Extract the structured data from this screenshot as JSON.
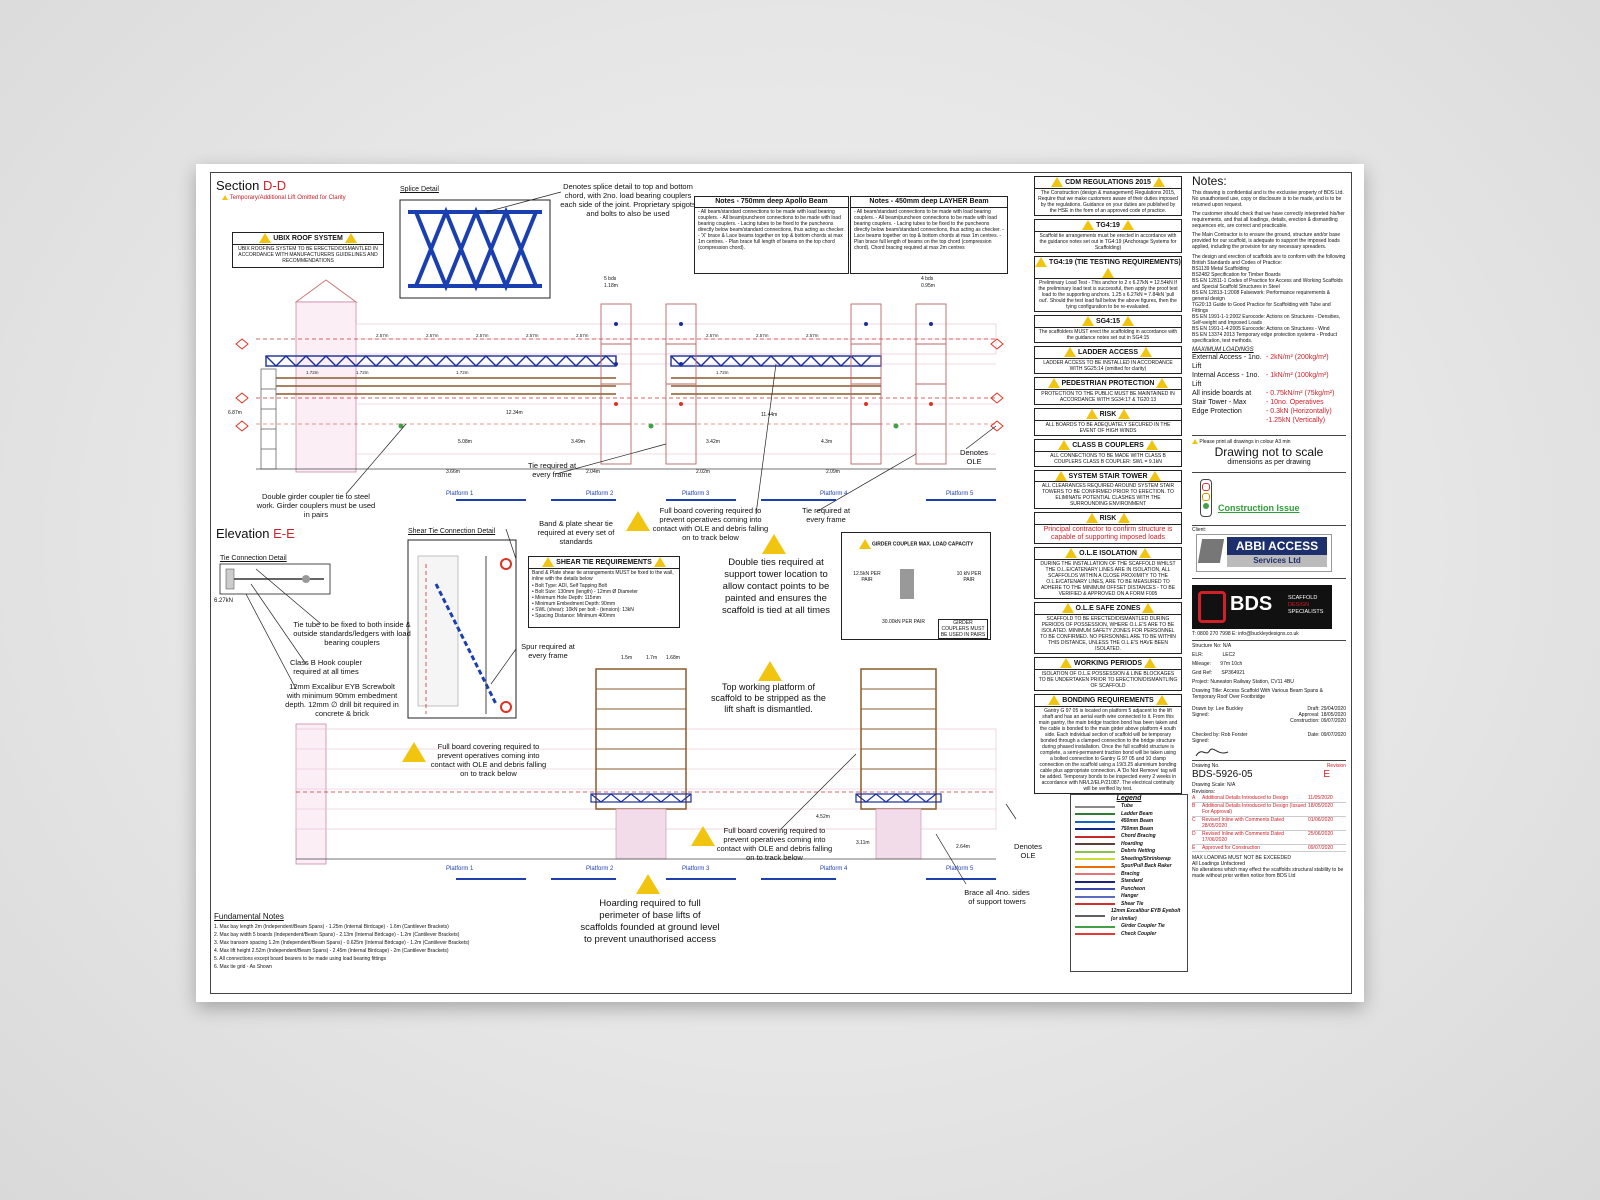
{
  "sections": {
    "section_dd_prefix": "Section ",
    "section_dd_letter": "D-D",
    "section_dd_sub": "Temporary/Additional Lift Omitted for Clarity",
    "elevation_prefix": "Elevation ",
    "elevation_letter": "E-E",
    "splice_detail": "Splice Detail",
    "tie_connection_detail": "Tie Connection Detail",
    "shear_tie_detail": "Shear Tie Connection Detail"
  },
  "ubix": {
    "title": "UBIX ROOF SYSTEM",
    "text": "UBIX ROOFING SYSTEM TO BE ERECTED/DISMANTLED IN ACCORDANCE WITH MANUFACTURERS GUIDELINES AND RECOMMENDATIONS"
  },
  "callouts": {
    "splice": "Denotes splice detail to top and bottom chord, with 2no. load bearing couplers each side of the joint. Proprietary spigots and bolts to also be used",
    "double_girder": "Double girder coupler tie to steel work. Girder couplers must be used in pairs",
    "tie_every_frame_1": "Tie required at every frame",
    "tie_every_frame_2": "Tie required at every frame",
    "full_board_1": "Full board covering required to prevent operatives coming into contact with OLE and debris falling on to track below",
    "band_plate": "Band & plate shear tie required at every set of standards",
    "double_ties": "Double ties required at support tower location to allow contact points to be painted and ensures the scaffold is tied at all times",
    "denotes_ole_1": "Denotes OLE",
    "tie_tube": "Tie tube to be fixed to both inside & outside standards/ledgers with load bearing couplers",
    "class_b": "Class B Hook coupler required at all times",
    "screwbolt": "12mm Excalibur EYB Screwbolt with minimum 90mm embedment depth. 12mm ∅ drill bit required in concrete & brick",
    "spur": "Spur required at every frame",
    "top_platform": "Top working platform of scaffold to be stripped as the lift shaft is dismantled.",
    "full_board_2": "Full board covering required to prevent operatives coming into contact with OLE and debris falling on to track below",
    "full_board_3": "Full board covering required to prevent operatives coming into contact with OLE and debris falling on to track below",
    "hoarding": "Hoarding required to full perimeter of base lifts of scaffolds founded at ground level to prevent unauthorised access",
    "brace": "Brace all 4no. sides of support towers",
    "denotes_ole_2": "Denotes OLE",
    "load_6kn": "6.27kN"
  },
  "beam_notes": {
    "apollo_title": "Notes - 750mm deep Apollo Beam",
    "apollo_text": "- All beam/standard connections to be made with load bearing couplers. - All beam/puncheon connections to be made with load bearing couplers. - Lacing tubes to be fixed to the puncheons directly below beam/standard connections, thus acting as checker. - 'X' brace & Lace beams together on top & bottom chords at max 1m centres. - Plan brace full length of beams on the top chord (compression chord).",
    "layher_title": "Notes - 450mm deep LAYHER Beam",
    "layher_text": "- All beam/standard connections to be made with load bearing couplers. - All beam/puncheon connections to be made with load bearing couplers. - Lacing tubes to be fixed to the puncheons directly below beam/standard connections, thus acting as checker. - Lace beams together on top & bottom chords at max 1m centres. - Plan brace full length of beams on the top chord (compression chord). Chord bracing required at max 2m centres"
  },
  "shear_tie": {
    "title": "SHEAR TIE REQUIREMENTS",
    "items": [
      "Band & Plate shear tie arrangements MUST be fixed to the wall, inline with the details below",
      "• Bolt Type: ADI, Self Tapping Bolt",
      "• Bolt Size: 130mm (length) - 12mm Ø Diameter",
      "• Minimum Hole Depth: 115mm",
      "• Minimum Embedment Depth: 90mm",
      "• SWL (shear): 10kN per bolt - (tension): 13kN",
      "• Spacing Distance: Minimum 400mm"
    ]
  },
  "girder_capacity": {
    "title": "GIRDER COUPLER MAX. LOAD CAPACITY",
    "left": "12.5kN PER PAIR",
    "right": "10 kN PER PAIR",
    "bottom": "30.00kN PER PAIR",
    "note": "GIRDER COUPLERS MUST BE USED IN PAIRS"
  },
  "right_boxes": [
    {
      "title": "CDM REGULATIONS 2015",
      "text": "The Construction (design & management) Regulations 2015, Require that we make customers aware of their duties imposed by the regulations. Guidance on your duties are published by the HSE in the form of an approved code of practice.",
      "red": false
    },
    {
      "title": "TG4:19",
      "text": "Scaffold tie arrangements must be erected in accordance with the guidance notes set out in TG4:19 (Anchorage Systems for Scaffolding)",
      "red": false
    },
    {
      "title": "TG4:19 (TIE TESTING REQUIREMENTS)",
      "text": "Preliminary Load Test - This anchor to 2 x 6.27kN = 12.54kN If the preliminary load test is successful, then apply the proof test load to the supporting anchors. 1.25 x 6.27kN = 7.84kN 'pull out'. Should the test load fall below the above figures, then the tying configuration to be re-evaluated.",
      "red": false
    },
    {
      "title": "SG4:15",
      "text": "The scaffolders MUST erect the scaffolding in accordance with the guidance notes set out in SG4:15",
      "red": false
    },
    {
      "title": "LADDER ACCESS",
      "text": "LADDER ACCESS TO BE INSTALLED IN ACCORDANCE WITH SG25:14 (omitted for clarity)",
      "red": false
    },
    {
      "title": "PEDESTRIAN PROTECTION",
      "text": "PROTECTION TO THE PUBLIC MUST BE MAINTAINED IN ACCORDANCE WITH SG34:17 & TG20:13",
      "red": false
    },
    {
      "title": "RISK",
      "text": "ALL BOARDS TO BE ADEQUATELY SECURED IN THE EVENT OF HIGH WINDS",
      "red": false
    },
    {
      "title": "CLASS B COUPLERS",
      "text": "ALL CONNECTIONS TO BE MADE WITH CLASS B COUPLERS CLASS B COUPLER: SWL = 9.1kN",
      "red": false
    },
    {
      "title": "SYSTEM STAIR TOWER",
      "text": "ALL CLEARANCES REQUIRED AROUND SYSTEM STAIR TOWERS TO BE CONFIRMED PRIOR TO ERECTION. TO ELIMINATE POTENTIAL CLASHES WITH THE SURROUNDING ENVIRONMENT",
      "red": false
    },
    {
      "title": "RISK",
      "text": "Principal contractor to confirm structure is capable of supporting imposed loads",
      "red": true
    },
    {
      "title": "O.L.E ISOLATION",
      "text": "DURING THE INSTALLATION OF THE SCAFFOLD WHILST THE O.L.E/CATENARY LINES ARE IN ISOLATION, ALL SCAFFOLDS WITHIN A CLOSE PROXIMITY TO THE O.L.E/CATENARY LINES, ARE TO BE MEASURED TO ADHERE TO THE MINIMUM OFFSET DISTANCES - TO BE VERIFIED & APPROVED ON A FORM F005",
      "red": false
    },
    {
      "title": "O.L.E SAFE ZONES",
      "text": "SCAFFOLD TO BE ERECTED/DISMANTLED DURING PERIODS OF POSSESSION, WHERE O.L.E'S ARE TO BE ISOLATED. MINIMUM SAFETY ZONES FOR PERSONNEL TO BE CONFIRMED. NO PERSONNEL ARE TO BE WITHIN THIS DISTANCE, UNLESS THE O.L.E'S HAVE BEEN ISOLATED.",
      "red": false
    },
    {
      "title": "WORKING PERIODS",
      "text": "ISOLATION OF O.L.E POSSESSION & LINE BLOCKAGES TO BE UNDERTAKEN PRIOR TO ERECTION/DISMANTLING OF SCAFFOLD",
      "red": false
    },
    {
      "title": "BONDING REQUIREMENTS",
      "text": "Gantry G 97 05 is located on platform 5 adjacent to the lift shaft and has an aerial earth wire connected to it. From this main gantry, the main bridge traction bond has been taken and the cable is bonded to the main girder above platform 4 south side. Each individual section of scaffold will be temporary bonded through a clamped connection to the bridge structure during phased installation. Once the full scaffold structure is complete, a semi-permanent traction bond will be taken using a bolted connection to Gantry G 97 05 and 10 clamp connection on the scaffold using a 19/3.25 aluminium bonding cable plus appropriate connection. A 'Do Not Remove' tag will be added. Temporary bonds to be inspected every 2 weeks in accordance with NR/L2/ELP/21087. The electrical continuity will be verified by test.",
      "red": false
    }
  ],
  "notes": {
    "title": "Notes:",
    "para1": "This drawing is confidential and is the exclusive property of BDS Ltd. No unauthorised use, copy or disclosure is to be made, and is to be returned upon request.",
    "para2": "The customer should check that we have correctly interpreted his/her requirements, and that all loadings, details, erection & dismantling sequences etc, are correct and practicable.",
    "para3": "The Main Contractor is to ensure the ground, structure and/or base provided for our scaffold, is adequate to support the imposed loads applied, including the provision for any necessary spreaders.",
    "para4": "The design and erection of scaffolds are to conform with the following British Standards and Codes of Practice:",
    "standards": [
      "BS1139 Metal Scaffolding",
      "BS2482 Specification for Timber Boards",
      "BS EN 12811-1 Codes of Practice for Access and Working Scaffolds and Special Scaffold Structures in Steel",
      "BS EN 12813-1:2008 Falsework: Performance requirements & general design",
      "TG20:13 Guide to Good Practice for Scaffolding with Tube and Fittings",
      "BS EN 1991-1-1:2002 Eurocode: Actions on Structures - Densities, Self-weight and Imposed Loads",
      "BS EN 1991-1-4:2005 Eurocode: Actions on Structures - Wind",
      "BS EN 13374 2013 Temporary edge protection systems - Product specification, test methods."
    ],
    "max_loadings_title": "MAXIMUM LOADINGS",
    "loadings": [
      {
        "label": "External Access - 1no. Lift",
        "value": "- 2kN/m² (200kg/m²)"
      },
      {
        "label": "Internal Access - 1no. Lift",
        "value": "- 1kN/m² (100kg/m²)"
      },
      {
        "label": "All inside boards at",
        "value": "- 0.75kN/m² (75kg/m²)"
      },
      {
        "label": "Stair Tower - Max",
        "value": "- 10no. Operatives"
      },
      {
        "label": "Edge Protection",
        "value": "- 0.3kN (Horizontally)"
      },
      {
        "label": "",
        "value": "-1.25kN (Vertically)"
      }
    ],
    "print_note": "Please print all drawings in colour A3 min",
    "not_to_scale": "Drawing not to scale",
    "dims_note": "dimensions as per drawing",
    "construction_issue": "Construction Issue"
  },
  "client": {
    "label": "Client:",
    "name": "ABBI ACCESS",
    "sub": "Services Ltd"
  },
  "company": {
    "name": "BDS",
    "tag1": "SCAFFOLD",
    "tag2": "DESIGN",
    "tag3": "SPECIALISTS",
    "contact": "T: 0800 270 7998   E: info@buckleydesigns.co.uk"
  },
  "title_block": {
    "structure_no": "Structure No: N/A",
    "elr_label": "ELR:",
    "elr": "LEC2",
    "mileage_label": "Mileage:",
    "mileage": "97m 10ch",
    "grid_label": "Grid Ref:",
    "grid": "SP364921",
    "project": "Project: Nuneaton Railway Station, CV11 4BU",
    "drawing_title": "Drawing Title: Access Scaffold With Various Beam Spans & Temporary Roof Over Footbridge",
    "drawn_by": "Drawn by: Lee Buckley",
    "draft": "Draft: 29/04/2020",
    "signed": "Signed:",
    "approval": "Approval: 18/05/2020",
    "construction": "Construction: 09/07/2020",
    "checked_by": "Checked by: Rob Forster",
    "date": "Date: 09/07/2020",
    "signed2": "Signed:",
    "drawing_no_label": "Drawing No.",
    "drawing_no": "BDS-5926-05",
    "revision_label": "Revision",
    "revision": "E",
    "drawing_scale": "Drawing Scale: N/A",
    "revisions_label": "Revisions:",
    "revisions": [
      {
        "code": "A",
        "desc": "Additional Details Introduced to Design",
        "date": "11/05/2020"
      },
      {
        "code": "B",
        "desc": "Additional Details Introduced to Design (Issued For Approval)",
        "date": "18/05/2020"
      },
      {
        "code": "C",
        "desc": "Revised Inline with Comments Dated 28/05/2020",
        "date": "01/06/2020"
      },
      {
        "code": "D",
        "desc": "Revised Inline with Comments Dated 17/06/2020",
        "date": "25/06/2020"
      },
      {
        "code": "E",
        "desc": "Approved for Construction",
        "date": "09/07/2020"
      }
    ],
    "max_loading": "MAX LOADING MUST NOT BE EXCEEDED",
    "unfactored": "All Loadings Unfactored",
    "alterations": "No alterations which may effect the scaffolds structural stability to be made without prior written notice from BDS Ltd"
  },
  "legend": {
    "title": "Legend",
    "items": [
      {
        "label": "Tube",
        "color": "#888888"
      },
      {
        "label": "Ladder Beam",
        "color": "#2e7d32"
      },
      {
        "label": "450mm Beam",
        "color": "#1565c0"
      },
      {
        "label": "750mm Beam",
        "color": "#0d2a8a"
      },
      {
        "label": "Chord Bracing",
        "color": "#c62828"
      },
      {
        "label": "Hoarding",
        "color": "#5d4037"
      },
      {
        "label": "Debris Netting",
        "color": "#8bc34a"
      },
      {
        "label": "Sheeting/Shrinkwrap",
        "color": "#cddc39"
      },
      {
        "label": "Spur/Pull Back Raker",
        "color": "#ef6c00"
      },
      {
        "label": "Bracing",
        "color": "#e57373"
      },
      {
        "label": "Standard",
        "color": "#1a237e"
      },
      {
        "label": "Puncheon",
        "color": "#3949ab"
      },
      {
        "label": "Hanger",
        "color": "#5c6bc0"
      },
      {
        "label": "Shear Tie",
        "color": "#d32f2f"
      },
      {
        "label": "12mm Excalibur EYB Eyebolt (or similar)",
        "color": "#616161"
      },
      {
        "label": "Girder Coupler Tie",
        "color": "#43a047"
      },
      {
        "label": "Check Coupler",
        "color": "#e53935"
      }
    ]
  },
  "fundamental": {
    "title": "Fundamental Notes",
    "items": [
      "1.   Max bay length 2m (Independent/Beam Spans) - 1.25m (Internal Birdcage) - 1.6m (Cantilever Brackets)",
      "2.   Max bay width 5 boards (Independent/Beam Spans) - 2.13m (Internal Birdcage) - 1.2m (Cantilever Brackets)",
      "3.   Max transom spacing 1.2m (Independent/Beam Spans) - 0.625m (Internal Birdcage) - 1.2m (Cantilever Brackets)",
      "4.   Max lift height 2.52m (Independent/Beam Spans) - 2.45m (Internal Birdcage) - 2m (Cantilever Brackets)",
      "5.   All connections except board bearers to be made using load bearing fittings",
      "6.   Max tie grid - As Shown"
    ]
  },
  "platforms": {
    "top": [
      "Platform 1",
      "Platform 2",
      "Platform 3",
      "Platform 4",
      "Platform 5"
    ],
    "bottom": [
      "Platform 1",
      "Platform 2",
      "Platform 3",
      "Platform 4",
      "Platform 5"
    ]
  },
  "dims": {
    "bay": "2.57m",
    "bay2": "1.72m",
    "span1": "6.87m",
    "span2": "12.34m",
    "span3": "11.44m",
    "d1": "3.66m",
    "d2": "5.08m",
    "d3": "3.49m",
    "d4": "2.04m",
    "d5": "3.42m",
    "d6": "4.3m",
    "d7": "2.02m",
    "d8": "2.09m",
    "w1": "5 bds",
    "w2": "1.18m",
    "w3": "4 bds",
    "w4": "0.95m",
    "e1": "1.5m",
    "e2": "1.7m",
    "e3": "1.68m",
    "e4": "4.52m",
    "e5": "3.11m",
    "e6": "2.64m"
  }
}
